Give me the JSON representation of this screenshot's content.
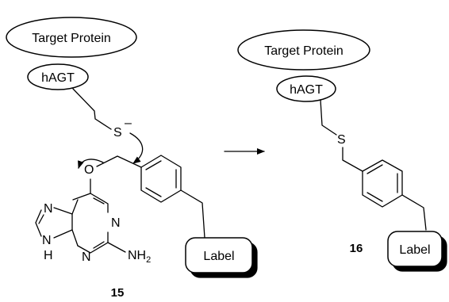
{
  "left": {
    "protein_label": "Target Protein",
    "hagt_label": "hAGT",
    "sulfur": "S",
    "charge": "–",
    "oxygen": "O",
    "n_atom": "N",
    "h_atom": "H",
    "nh2_base": "NH",
    "nh2_sub": "2",
    "label_box": "Label",
    "compound_number": "15"
  },
  "right": {
    "protein_label": "Target Protein",
    "hagt_label": "hAGT",
    "sulfur": "S",
    "label_box": "Label",
    "compound_number": "16"
  }
}
